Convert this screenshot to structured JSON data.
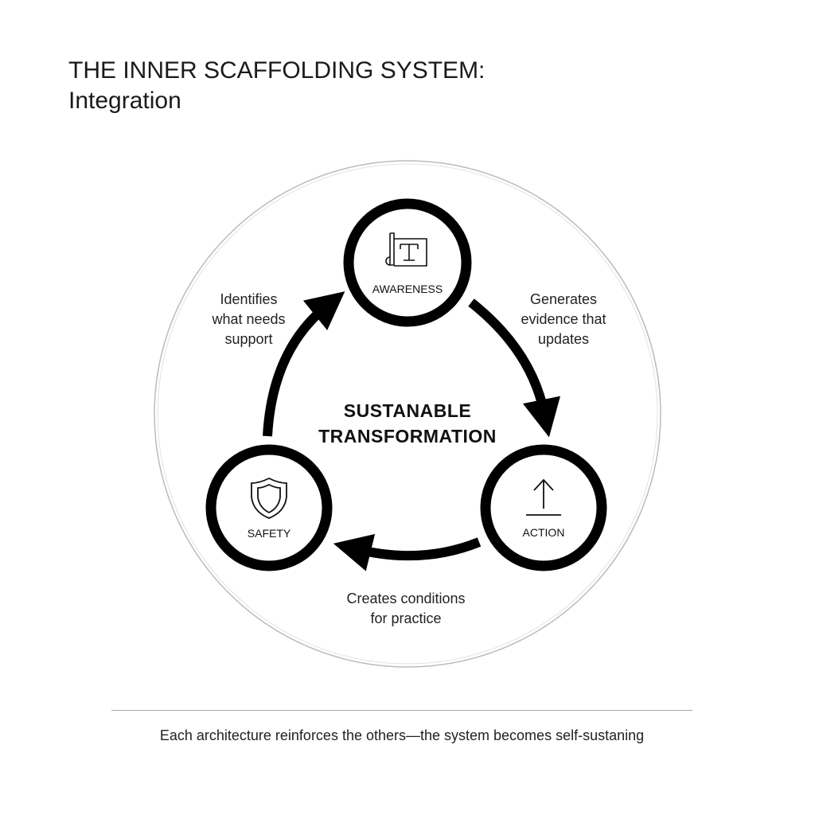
{
  "title": {
    "line1": "THE INNER SCAFFOLDING SYSTEM:",
    "line2": "Integration"
  },
  "center": {
    "line1": "SUSTANABLE",
    "line2": "TRANSFORMATION"
  },
  "nodes": {
    "awareness": {
      "label": "AWARENESS",
      "icon": "blueprint-icon"
    },
    "action": {
      "label": "ACTION",
      "icon": "upload-arrow-icon"
    },
    "safety": {
      "label": "SAFETY",
      "icon": "shield-icon"
    }
  },
  "edges": {
    "awareness_to_action": [
      "Generates",
      "evidence that",
      "updates"
    ],
    "action_to_safety": [
      "Creates conditions",
      "for practice"
    ],
    "safety_to_awareness": [
      "Identifies",
      "what needs",
      "support"
    ]
  },
  "footer": "Each architecture reinforces the others—the system becomes self-sustaning"
}
